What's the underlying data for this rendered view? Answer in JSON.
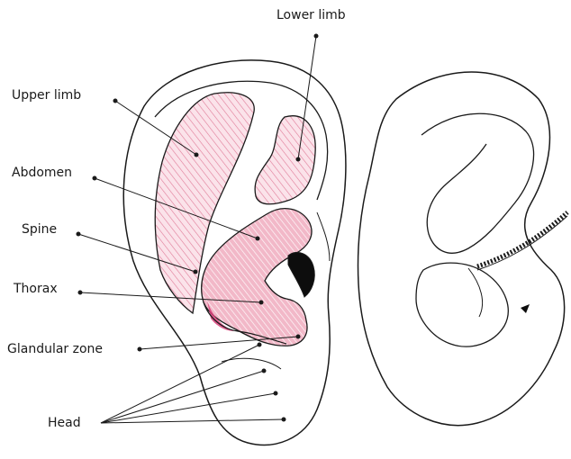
{
  "labels": {
    "lower_limb": "Lower limb",
    "upper_limb": "Upper limb",
    "abdomen": "Abdomen",
    "spine": "Spine",
    "thorax": "Thorax",
    "glandular_zone": "Glandular zone",
    "head": "Head"
  },
  "colors": {
    "line": "#1a1a1a",
    "hatch": "#e07a98",
    "fill_light": "#fbe3ea",
    "fill_medium": "#f2b8c8",
    "fill_strong": "#d9417a",
    "canal": "#0d0d0d"
  }
}
